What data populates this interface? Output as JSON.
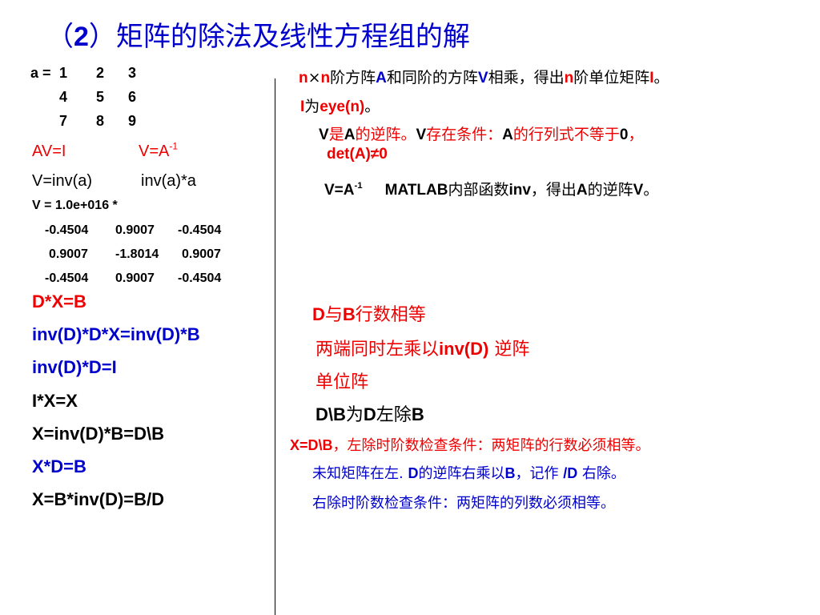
{
  "title": {
    "prefix": "（",
    "number": "2",
    "suffix": "）矩阵的除法及线性方程组的解"
  },
  "left": {
    "a_rows": [
      {
        "label": "a =",
        "c1": "1",
        "c2": "2",
        "c3": "3"
      },
      {
        "label": "",
        "c1": "4",
        "c2": "5",
        "c3": "6"
      },
      {
        "label": "",
        "c1": "7",
        "c2": "8",
        "c3": "9"
      }
    ],
    "av_i": "AV=I",
    "v_eq_a": "V=A",
    "v_exp": "-1",
    "inv_line1": "V=inv(a)",
    "inv_line2": "inv(a)*a",
    "v_header": "V =  1.0e+016 *",
    "v_rows": [
      [
        "-0.4504",
        "0.9007",
        "-0.4504"
      ],
      [
        "0.9007",
        "-1.8014",
        "0.9007"
      ],
      [
        "-0.4504",
        "0.9007",
        "-0.4504"
      ]
    ],
    "eq1": "D*X=B",
    "eq2": "inv(D)*D*X=inv(D)*B",
    "eq3": "inv(D)*D=I",
    "eq4": "I*X=X",
    "eq5": "X=inv(D)*B=D\\B",
    "eq6": "X*D=B",
    "eq7": "X=B*inv(D)=B/D"
  },
  "right": {
    "r1": {
      "n1": "n",
      "times": "×",
      "n2": "n",
      "t1": "阶方阵",
      "A": "A",
      "t2": "和同阶的方阵",
      "V": "V",
      "t3": "相乘，得出",
      "n3": "n",
      "t4": "阶单位矩阵",
      "I": "I",
      "t5": "。"
    },
    "r2": {
      "I": "I",
      "t1": "为",
      "eye": "eye(n)",
      "t2": "。"
    },
    "r3": {
      "V": "V",
      "t1": "是",
      "A": "A",
      "t2": "的逆阵。",
      "V2": "V",
      "t3": "存在条件：",
      "A2": "A",
      "t4": "的行列式不等于",
      "zero": "0",
      "t5": "，"
    },
    "r4": "det(A)≠0",
    "r5": {
      "v": "V=A",
      "exp": "-1",
      "matlab": "MATLAB",
      "t1": "内部函数",
      "inv": "inv",
      "t2": "，得出",
      "A": "A",
      "t3": "的逆阵",
      "V": "V",
      "t4": "。"
    },
    "d1": {
      "D": "D",
      "t1": "与",
      "B": "B",
      "t2": "行数相等"
    },
    "d2": {
      "t1": "两端同时左乘以",
      "inv": "inv(D)",
      "t2": " 逆阵"
    },
    "d3": "单位阵",
    "d4": {
      "D": "D\\B",
      "t1": "为",
      "D2": "D",
      "t2": "左除",
      "B": "B"
    },
    "n1": {
      "x": "X=D\\B",
      "t1": "，左除时阶数检查条件：两矩阵的行数必须相等。"
    },
    "n2": {
      "t1": "未知矩阵在左.  ",
      "D": "D",
      "t2": "的逆阵右乘以",
      "B": "B",
      "t3": "，记作 ",
      "slash": "/D",
      "t4": " 右除。"
    },
    "n3": "右除时阶数检查条件：两矩阵的列数必须相等。"
  },
  "colors": {
    "title": "#0000cc",
    "red": "#ee0000",
    "blue": "#0000cc",
    "text": "#000000"
  }
}
